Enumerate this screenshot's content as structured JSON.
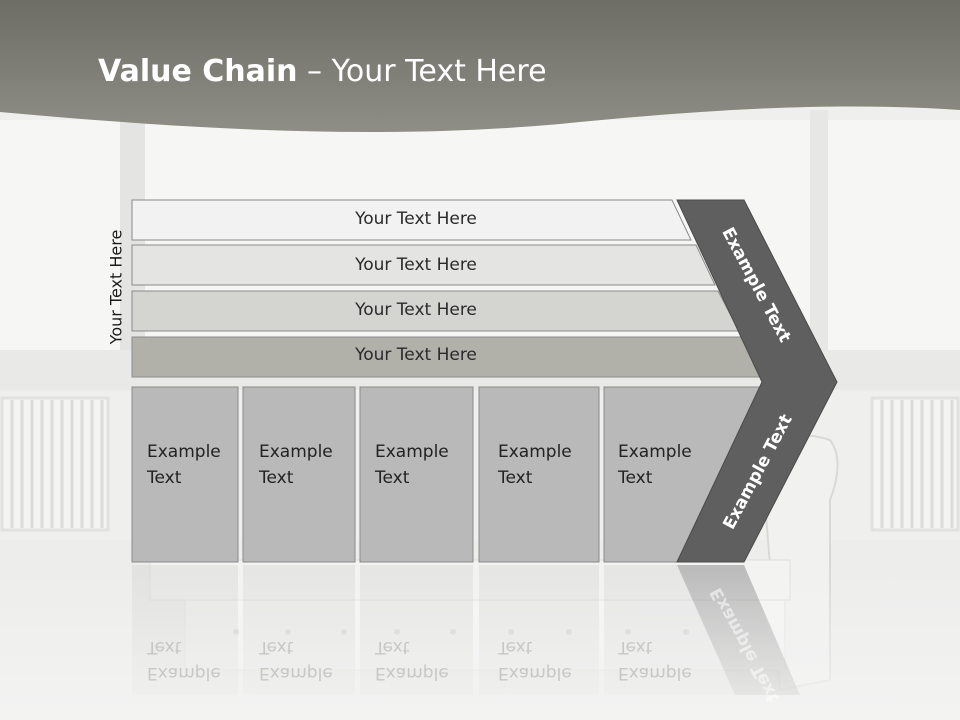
{
  "title": {
    "bold": "Value Chain",
    "rest": " – Your Text Here"
  },
  "side_label": "Your Text Here",
  "rows": [
    {
      "label": "Your Text Here"
    },
    {
      "label": "Your Text Here"
    },
    {
      "label": "Your Text Here"
    },
    {
      "label": "Your Text Here"
    }
  ],
  "columns": [
    {
      "line1": "Example",
      "line2": "Text"
    },
    {
      "line1": "Example",
      "line2": "Text"
    },
    {
      "line1": "Example",
      "line2": "Text"
    },
    {
      "line1": "Example",
      "line2": "Text"
    },
    {
      "line1": "Example",
      "line2": "Text"
    }
  ],
  "chevron": {
    "upper": "Example Text",
    "lower": "Example Text"
  },
  "colors": {
    "header": "#7e7e76",
    "chevron": "#5f5f5f",
    "row_fills": [
      "#f2f2f2",
      "#e4e4e3",
      "#d4d4d1",
      "#b1b1aa"
    ],
    "column_fill": "#b9b9b9"
  }
}
